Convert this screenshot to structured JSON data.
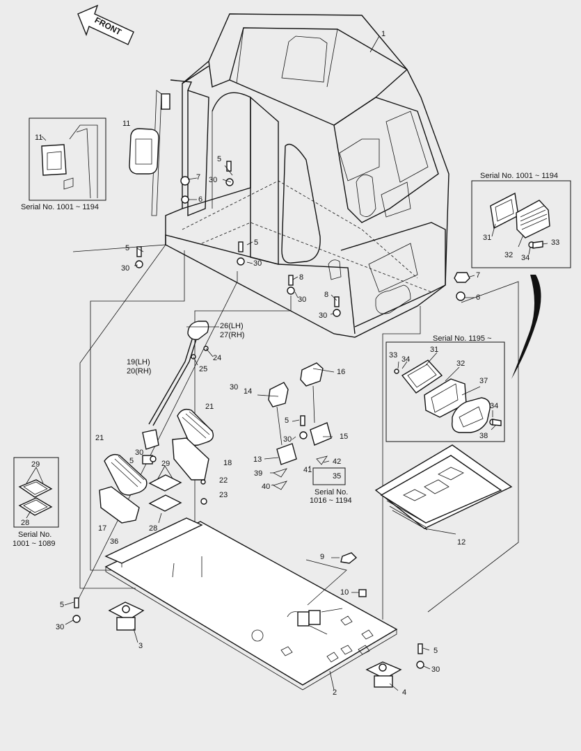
{
  "front_arrow_label": "FRONT",
  "inset_labels": {
    "top_left": "Serial No. 1001 ~ 1194",
    "top_right": "Serial No. 1001 ~ 1194",
    "middle_right": "Serial No. 1195 ~",
    "left_line1": "Serial No.",
    "left_line2": "1001 ~ 1089",
    "small_line1": "Serial No.",
    "small_line2": "1016 ~ 1194"
  },
  "callouts": [
    {
      "id": "c1",
      "text": "1"
    },
    {
      "id": "c2",
      "text": "2"
    },
    {
      "id": "c3",
      "text": "3"
    },
    {
      "id": "c4",
      "text": "4"
    },
    {
      "id": "c5a",
      "text": "5"
    },
    {
      "id": "c5b",
      "text": "5"
    },
    {
      "id": "c5c",
      "text": "5"
    },
    {
      "id": "c5d",
      "text": "5"
    },
    {
      "id": "c5e",
      "text": "5"
    },
    {
      "id": "c5f",
      "text": "5"
    },
    {
      "id": "c5g",
      "text": "5"
    },
    {
      "id": "c6a",
      "text": "6"
    },
    {
      "id": "c6b",
      "text": "6"
    },
    {
      "id": "c7a",
      "text": "7"
    },
    {
      "id": "c7b",
      "text": "7"
    },
    {
      "id": "c8a",
      "text": "8"
    },
    {
      "id": "c8b",
      "text": "8"
    },
    {
      "id": "c9",
      "text": "9"
    },
    {
      "id": "c10",
      "text": "10"
    },
    {
      "id": "c11a",
      "text": "11"
    },
    {
      "id": "c11b",
      "text": "11"
    },
    {
      "id": "c12",
      "text": "12"
    },
    {
      "id": "c13",
      "text": "13"
    },
    {
      "id": "c14",
      "text": "14"
    },
    {
      "id": "c15",
      "text": "15"
    },
    {
      "id": "c16",
      "text": "16"
    },
    {
      "id": "c17",
      "text": "17"
    },
    {
      "id": "c18",
      "text": "18"
    },
    {
      "id": "c19",
      "text": "19(LH)"
    },
    {
      "id": "c20",
      "text": "20(RH)"
    },
    {
      "id": "c21a",
      "text": "21"
    },
    {
      "id": "c21b",
      "text": "21"
    },
    {
      "id": "c22",
      "text": "22"
    },
    {
      "id": "c23",
      "text": "23"
    },
    {
      "id": "c24",
      "text": "24"
    },
    {
      "id": "c25",
      "text": "25"
    },
    {
      "id": "c26",
      "text": "26(LH)"
    },
    {
      "id": "c27",
      "text": "27(RH)"
    },
    {
      "id": "c28a",
      "text": "28"
    },
    {
      "id": "c28b",
      "text": "28"
    },
    {
      "id": "c29a",
      "text": "29"
    },
    {
      "id": "c29b",
      "text": "29"
    },
    {
      "id": "c30a",
      "text": "30"
    },
    {
      "id": "c30b",
      "text": "30"
    },
    {
      "id": "c30c",
      "text": "30"
    },
    {
      "id": "c30d",
      "text": "30"
    },
    {
      "id": "c30e",
      "text": "30"
    },
    {
      "id": "c30f",
      "text": "30"
    },
    {
      "id": "c30g",
      "text": "30"
    },
    {
      "id": "c30h",
      "text": "30"
    },
    {
      "id": "c30i",
      "text": "30"
    },
    {
      "id": "c30j",
      "text": "30"
    },
    {
      "id": "c31a",
      "text": "31"
    },
    {
      "id": "c31b",
      "text": "31"
    },
    {
      "id": "c32a",
      "text": "32"
    },
    {
      "id": "c32b",
      "text": "32"
    },
    {
      "id": "c33a",
      "text": "33"
    },
    {
      "id": "c33b",
      "text": "33"
    },
    {
      "id": "c34a",
      "text": "34"
    },
    {
      "id": "c34b",
      "text": "34"
    },
    {
      "id": "c34c",
      "text": "34"
    },
    {
      "id": "c35",
      "text": "35"
    },
    {
      "id": "c36",
      "text": "36"
    },
    {
      "id": "c37",
      "text": "37"
    },
    {
      "id": "c38",
      "text": "38"
    },
    {
      "id": "c39",
      "text": "39"
    },
    {
      "id": "c40",
      "text": "40"
    },
    {
      "id": "c41",
      "text": "41"
    },
    {
      "id": "c42",
      "text": "42"
    }
  ]
}
